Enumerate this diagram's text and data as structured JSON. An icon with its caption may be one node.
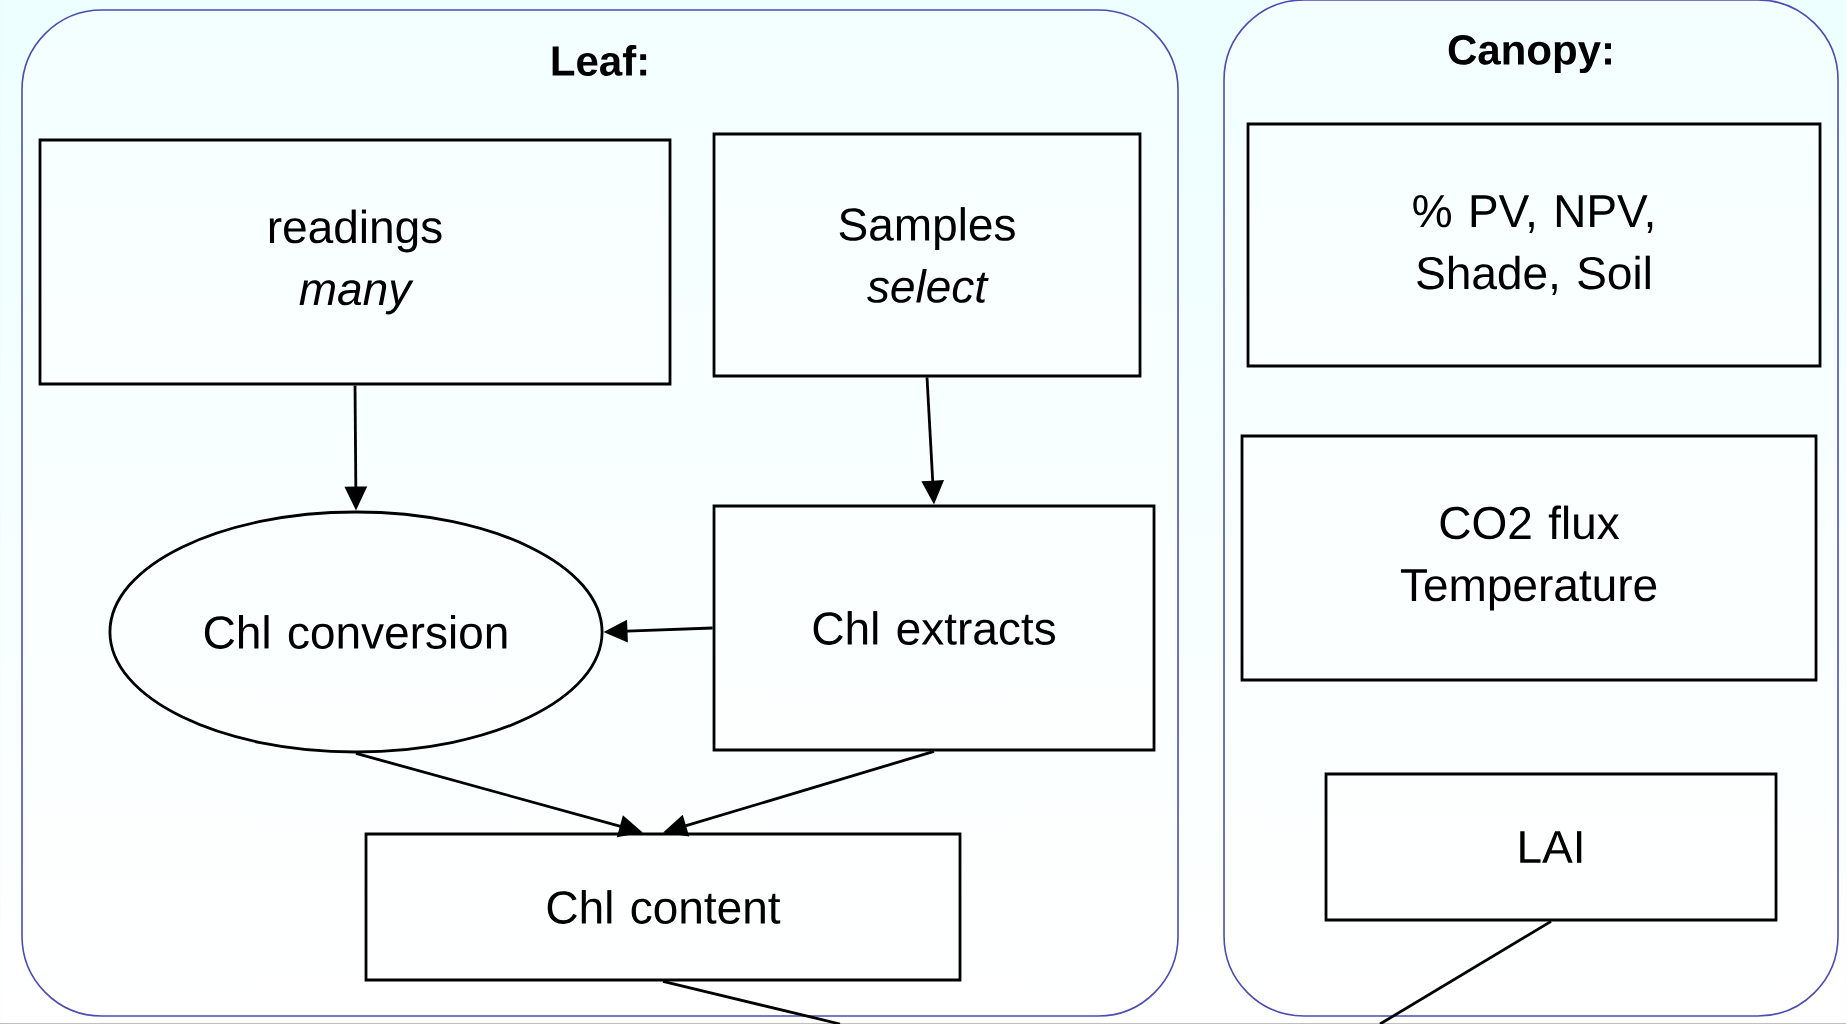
{
  "diagram": {
    "nodes": [
      {
        "text": [
          "Leaf:"
        ]
      },
      {
        "text": [
          "readings",
          "many"
        ],
        "in": 0
      },
      {
        "text": [
          "Samples",
          "select"
        ],
        "in": 0
      },
      {
        "text": [
          "Chl conversion"
        ],
        "in": 0
      },
      {
        "text": [
          "Chl extracts"
        ],
        "in": 0
      },
      {
        "text": [
          "Chl content"
        ],
        "in": 0
      },
      {
        "text": [
          "Canopy:"
        ]
      },
      {
        "text": [
          "% PV, NPV, Shade, Soil"
        ],
        "in": 6
      },
      {
        "text": [
          "CO2 flux Temperature"
        ],
        "in": 6
      },
      {
        "text": [
          "LAI"
        ],
        "in": 6
      }
    ],
    "edges": [
      {
        "from": 1,
        "to": 3,
        "arrow": "to"
      },
      {
        "from": 2,
        "to": 4,
        "arrow": "to"
      },
      {
        "from": 4,
        "to": 3,
        "arrow": "to"
      },
      {
        "from": 3,
        "to": 5,
        "arrow": "to"
      },
      {
        "from": 4,
        "to": 5,
        "arrow": "to"
      },
      {
        "from": 5,
        "to": null,
        "arrow": "none"
      },
      {
        "from": 9,
        "to": null,
        "arrow": "none"
      }
    ]
  }
}
